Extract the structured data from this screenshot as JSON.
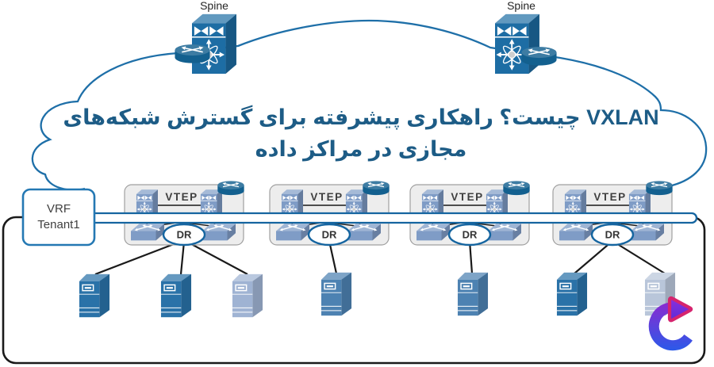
{
  "diagram": {
    "title": {
      "line1": "VXLAN چیست؟ راهکاری پیشرفته برای گسترش شبکه‌های",
      "line2": "مجازی در مراکز داده"
    },
    "spine_left": {
      "label": "Spine"
    },
    "spine_right": {
      "label": "Spine"
    },
    "vrf_box": {
      "line1": "VRF",
      "line2": "Tenant1"
    },
    "vteps": [
      {
        "label": "VTEP",
        "dr_label": "DR"
      },
      {
        "label": "VTEP",
        "dr_label": "DR"
      },
      {
        "label": "VTEP",
        "dr_label": "DR"
      },
      {
        "label": "VTEP",
        "dr_label": "DR"
      }
    ],
    "colors": {
      "cloud_stroke": "#1e6fa8",
      "device_blue": "#1d6da4",
      "router_blue": "#13608f",
      "vtep_icon_blue": "#7f9cc6",
      "server_dark": "#2a72a8",
      "server_medium": "#4d82b2",
      "server_light": "#9fb3d3",
      "server_lighter": "#b9c6da",
      "overlay_stroke": "#1565a0",
      "container_stroke": "#1a1a1a",
      "vtep_box_fill": "#ededed",
      "vtep_box_stroke": "#a0a0a0",
      "title_color": "#1d5c86",
      "vrf_border": "#2478b3",
      "logo_purple": "#8a2bd0",
      "logo_blue": "#2a5ae9",
      "logo_magenta": "#d6246e"
    }
  }
}
